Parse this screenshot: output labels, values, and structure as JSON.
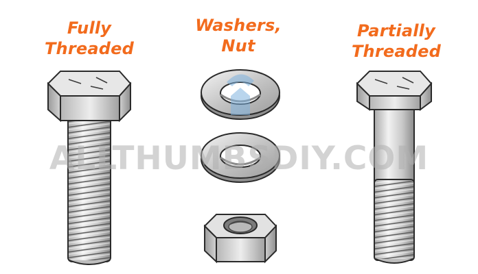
{
  "captions": {
    "fully_threaded": [
      "Fully",
      "Threaded"
    ],
    "washers_nut": [
      "Washers,",
      "Nut"
    ],
    "partially_threaded": [
      "Partially",
      "Threaded"
    ]
  },
  "watermark": "ALLTHUMBSDIY.COM",
  "colors": {
    "caption": "#f26b1d",
    "metal_light": "#e4e4e4",
    "metal_dark": "#8c8c8c",
    "outline": "#2a2a2a",
    "watermark": "#b4b4b4",
    "logo_blue": "#7fb3df"
  },
  "icons": [
    "fully-threaded-bolt-icon",
    "flat-washer-icon",
    "hex-nut-icon",
    "partially-threaded-bolt-icon",
    "watermark-logo-icon"
  ]
}
